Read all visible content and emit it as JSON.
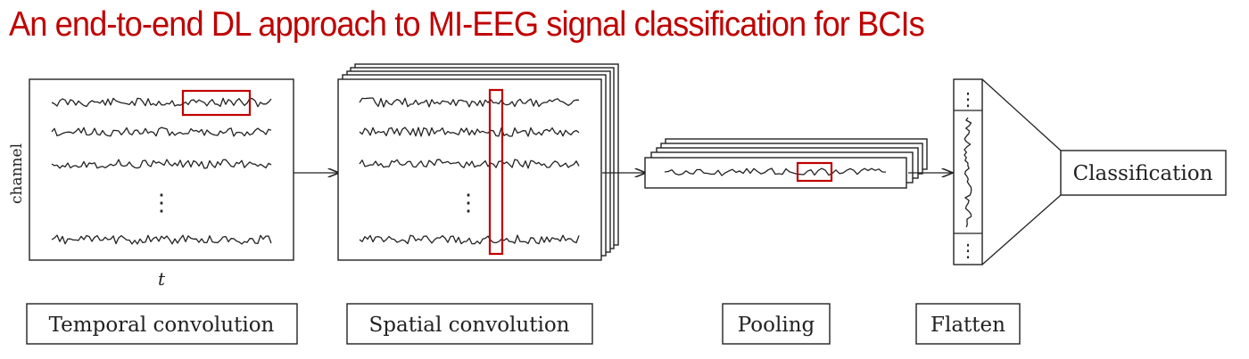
{
  "title": "An end-to-end DL approach to MI-EEG signal classification for BCIs",
  "axes": {
    "y_label": "channel",
    "x_label": "t"
  },
  "stages": [
    {
      "id": "temporal",
      "label": "Temporal convolution"
    },
    {
      "id": "spatial",
      "label": "Spatial convolution"
    },
    {
      "id": "pooling",
      "label": "Pooling"
    },
    {
      "id": "flatten",
      "label": "Flatten"
    }
  ],
  "output": {
    "label": "Classification"
  },
  "colors": {
    "title": "#c00000",
    "highlight": "#c00000",
    "ink": "#222222"
  }
}
